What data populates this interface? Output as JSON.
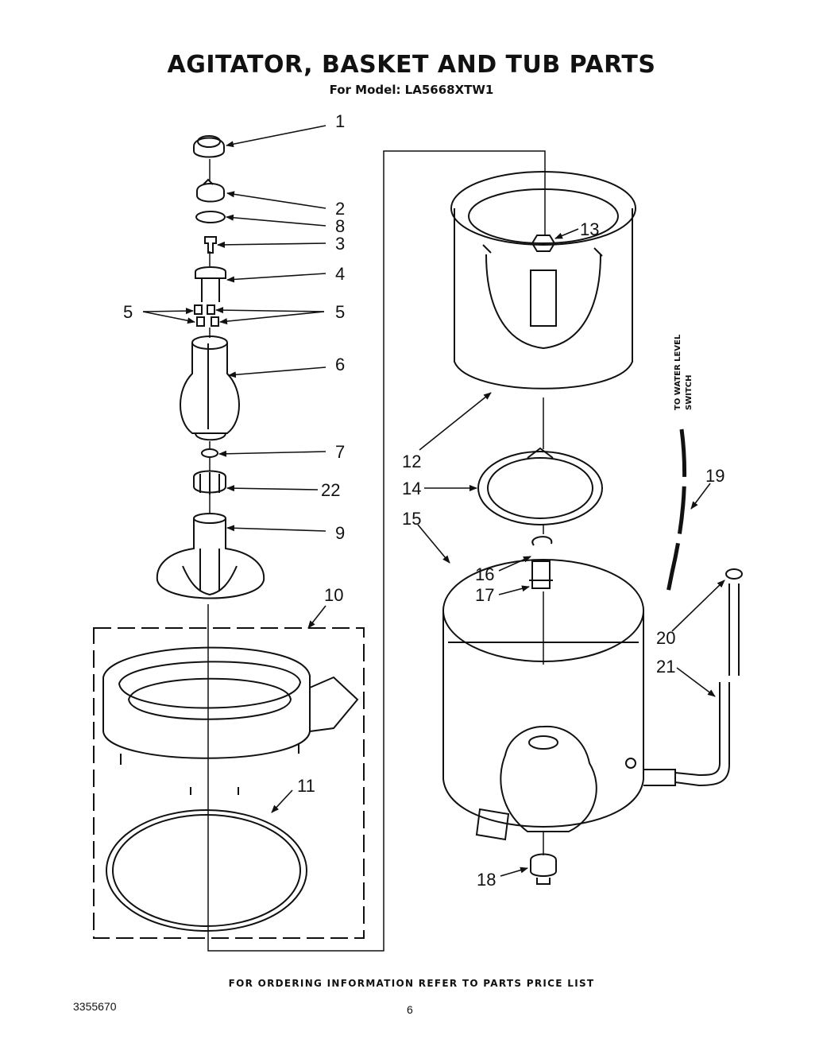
{
  "header": {
    "title": "AGITATOR, BASKET AND TUB PARTS",
    "subtitle": "For Model: LA5668XTW1"
  },
  "callouts": {
    "c1": "1",
    "c2": "2",
    "c8": "8",
    "c3": "3",
    "c4": "4",
    "c5_left": "5",
    "c5_right": "5",
    "c6": "6",
    "c7": "7",
    "c22": "22",
    "c9": "9",
    "c10": "10",
    "c11": "11",
    "c12": "12",
    "c13": "13",
    "c14": "14",
    "c15": "15",
    "c16": "16",
    "c17": "17",
    "c18": "18",
    "c19": "19",
    "c20": "20",
    "c21": "21"
  },
  "note": {
    "line1": "TO WATER LEVEL",
    "line2": "SWITCH"
  },
  "footer": {
    "ordering": "FOR ORDERING INFORMATION REFER TO PARTS PRICE LIST",
    "doc_number": "3355670",
    "page_number": "6"
  }
}
